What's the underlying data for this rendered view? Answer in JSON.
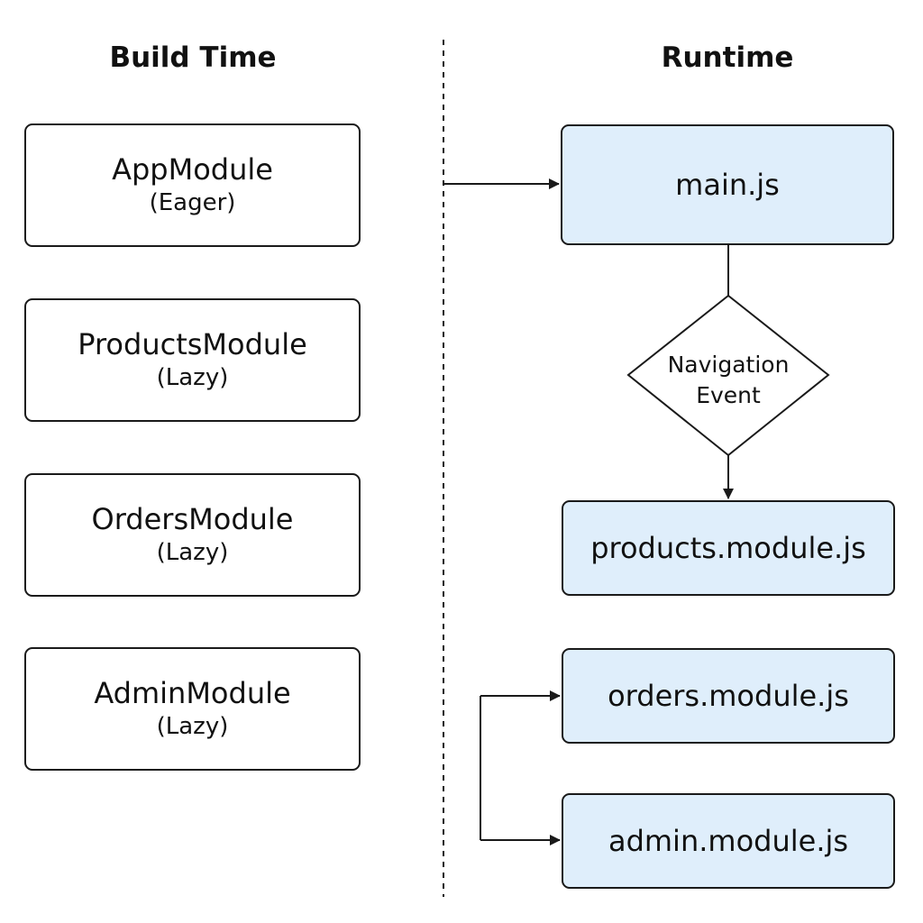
{
  "headings": {
    "build_time": "Build Time",
    "runtime": "Runtime"
  },
  "build_modules": [
    {
      "name": "AppModule",
      "mode": "(Eager)"
    },
    {
      "name": "ProductsModule",
      "mode": "(Lazy)"
    },
    {
      "name": "OrdersModule",
      "mode": "(Lazy)"
    },
    {
      "name": "AdminModule",
      "mode": "(Lazy)"
    }
  ],
  "runtime": {
    "main": "main.js",
    "decision": {
      "line1": "Navigation",
      "line2": "Event"
    },
    "chunks": [
      "products.module.js",
      "orders.module.js",
      "admin.module.js"
    ]
  },
  "colors": {
    "runtime_fill": "#dfeefb",
    "stroke": "#1a1a1a"
  }
}
